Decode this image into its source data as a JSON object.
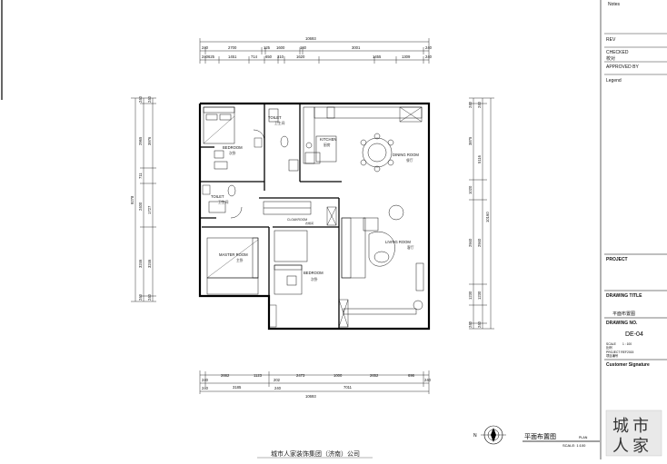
{
  "drawing": {
    "company": "城市人家装饰集团（济南）公司",
    "plan_title": "平面布置图",
    "plan_title_en": "PLAN",
    "scale_text": "SCALE: 1:100",
    "compass": "N"
  },
  "title_block": {
    "notes": "Notes",
    "rev": "REV",
    "checked": "CHECKED",
    "checked_cn": "校对",
    "approved": "APPROVED BY",
    "legend": "Legend",
    "project": "PROJECT",
    "drawing_title": "DRAWING TITLE",
    "drawing_title_cn": "平面布置图",
    "drawing_no": "DRAWING NO.",
    "drawing_no_value": "DE-04",
    "scale_label": "SCALE",
    "scale_value": "1 : 100",
    "scale_cn": "比例",
    "project_ref": "PROJECT REF",
    "project_ref_value": "2015",
    "project_cn": "项目编号",
    "customer_signature": "Customer Signature",
    "seal_chars": [
      "城",
      "市",
      "人",
      "家"
    ]
  },
  "rooms": {
    "toilet_upper": "TOILET",
    "toilet_upper_cn": "卫生间",
    "bedroom_upper": "BEDROOM",
    "bedroom_upper_cn": "次卧",
    "kitchen": "KITCHEN",
    "kitchen_cn": "厨房",
    "dining": "DINING ROOM",
    "dining_cn": "餐厅",
    "toilet_lower": "TOILET",
    "toilet_lower_cn": "卫生间",
    "cloakroom": "CLOAKROOM",
    "cloakroom_cn": "衣帽间",
    "living": "LIVING ROOM",
    "living_cn": "客厅",
    "master": "MASTER ROOM",
    "master_cn": "主卧",
    "bedroom_lower": "BEDROOM",
    "bedroom_lower_cn": "次卧"
  },
  "dimensions": {
    "top_total": "10693",
    "top_row2": [
      "240",
      "2700",
      "125",
      "1600",
      "160",
      "3001",
      "240"
    ],
    "top_row3": [
      "240",
      "625",
      "1451",
      "714",
      "650",
      "310",
      "1620",
      "1455",
      "1309",
      "240"
    ],
    "bottom_row1": [
      "240",
      "2662",
      "1123",
      "202",
      "2473",
      "1000",
      "2652",
      "696",
      "240"
    ],
    "bottom_row2": [
      "240",
      "3185",
      "7011",
      "240"
    ],
    "bottom_total": "10693",
    "left_total": "9278",
    "left_row": [
      "240",
      "2965",
      "711",
      "2400",
      "3246",
      "240"
    ],
    "left_row2": [
      "240",
      "3976",
      "1727",
      "3246",
      "240"
    ],
    "right_total": "10160",
    "right_row": [
      "240",
      "3875",
      "1020",
      "2940",
      "1230",
      "240"
    ],
    "right_row2": [
      "240",
      "5116",
      "2940",
      "1230",
      "240"
    ]
  }
}
